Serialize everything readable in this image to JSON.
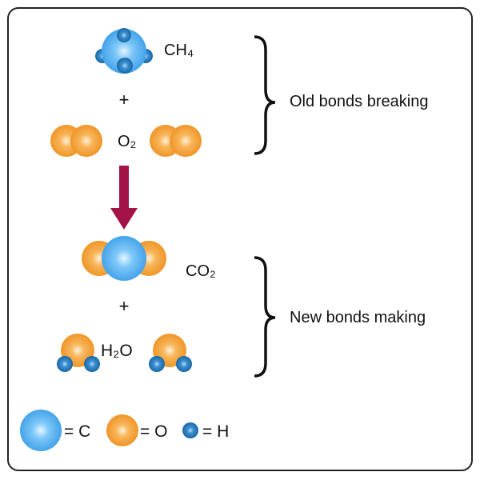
{
  "reactants": {
    "methane_label": "CH₄",
    "plus": "+",
    "oxygen_label": "O₂"
  },
  "products": {
    "co2_label": "CO₂",
    "plus": "+",
    "water_label": "H₂O"
  },
  "annotations": {
    "old_bonds": "Old bonds breaking",
    "new_bonds": "New bonds making"
  },
  "legend": {
    "carbon": "= C",
    "oxygen": "= O",
    "hydrogen": "= H"
  },
  "colors": {
    "carbon": "#4aaaf0",
    "oxygen": "#f39a2e",
    "hydrogen": "#1f74b8",
    "arrow": "#a3134a"
  }
}
